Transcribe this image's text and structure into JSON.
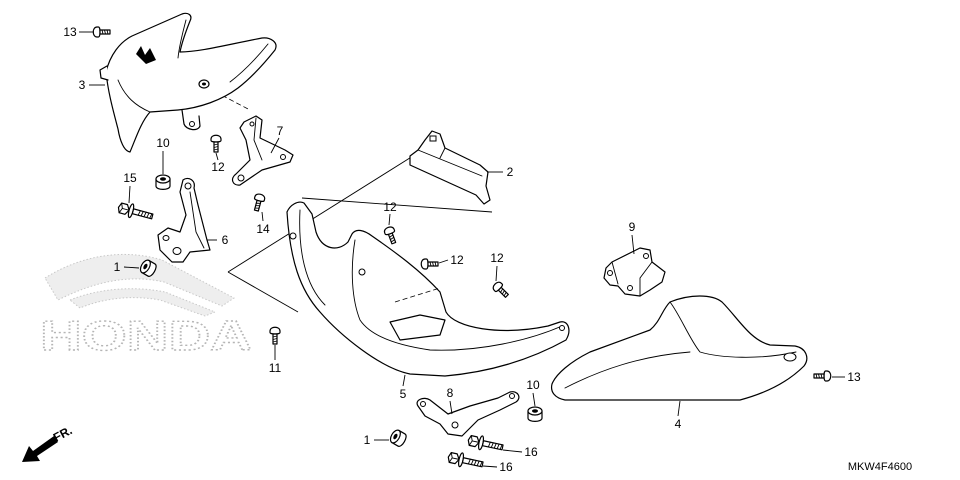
{
  "diagram": {
    "callouts": [
      "13",
      "3",
      "7",
      "10",
      "12",
      "15",
      "6",
      "1",
      "14",
      "2",
      "12",
      "12",
      "12",
      "9",
      "11",
      "5",
      "8",
      "10",
      "1",
      "16",
      "16",
      "13",
      "4"
    ],
    "front_label": "FR.",
    "code": "MKW4F4600",
    "watermark": "HONDA"
  }
}
